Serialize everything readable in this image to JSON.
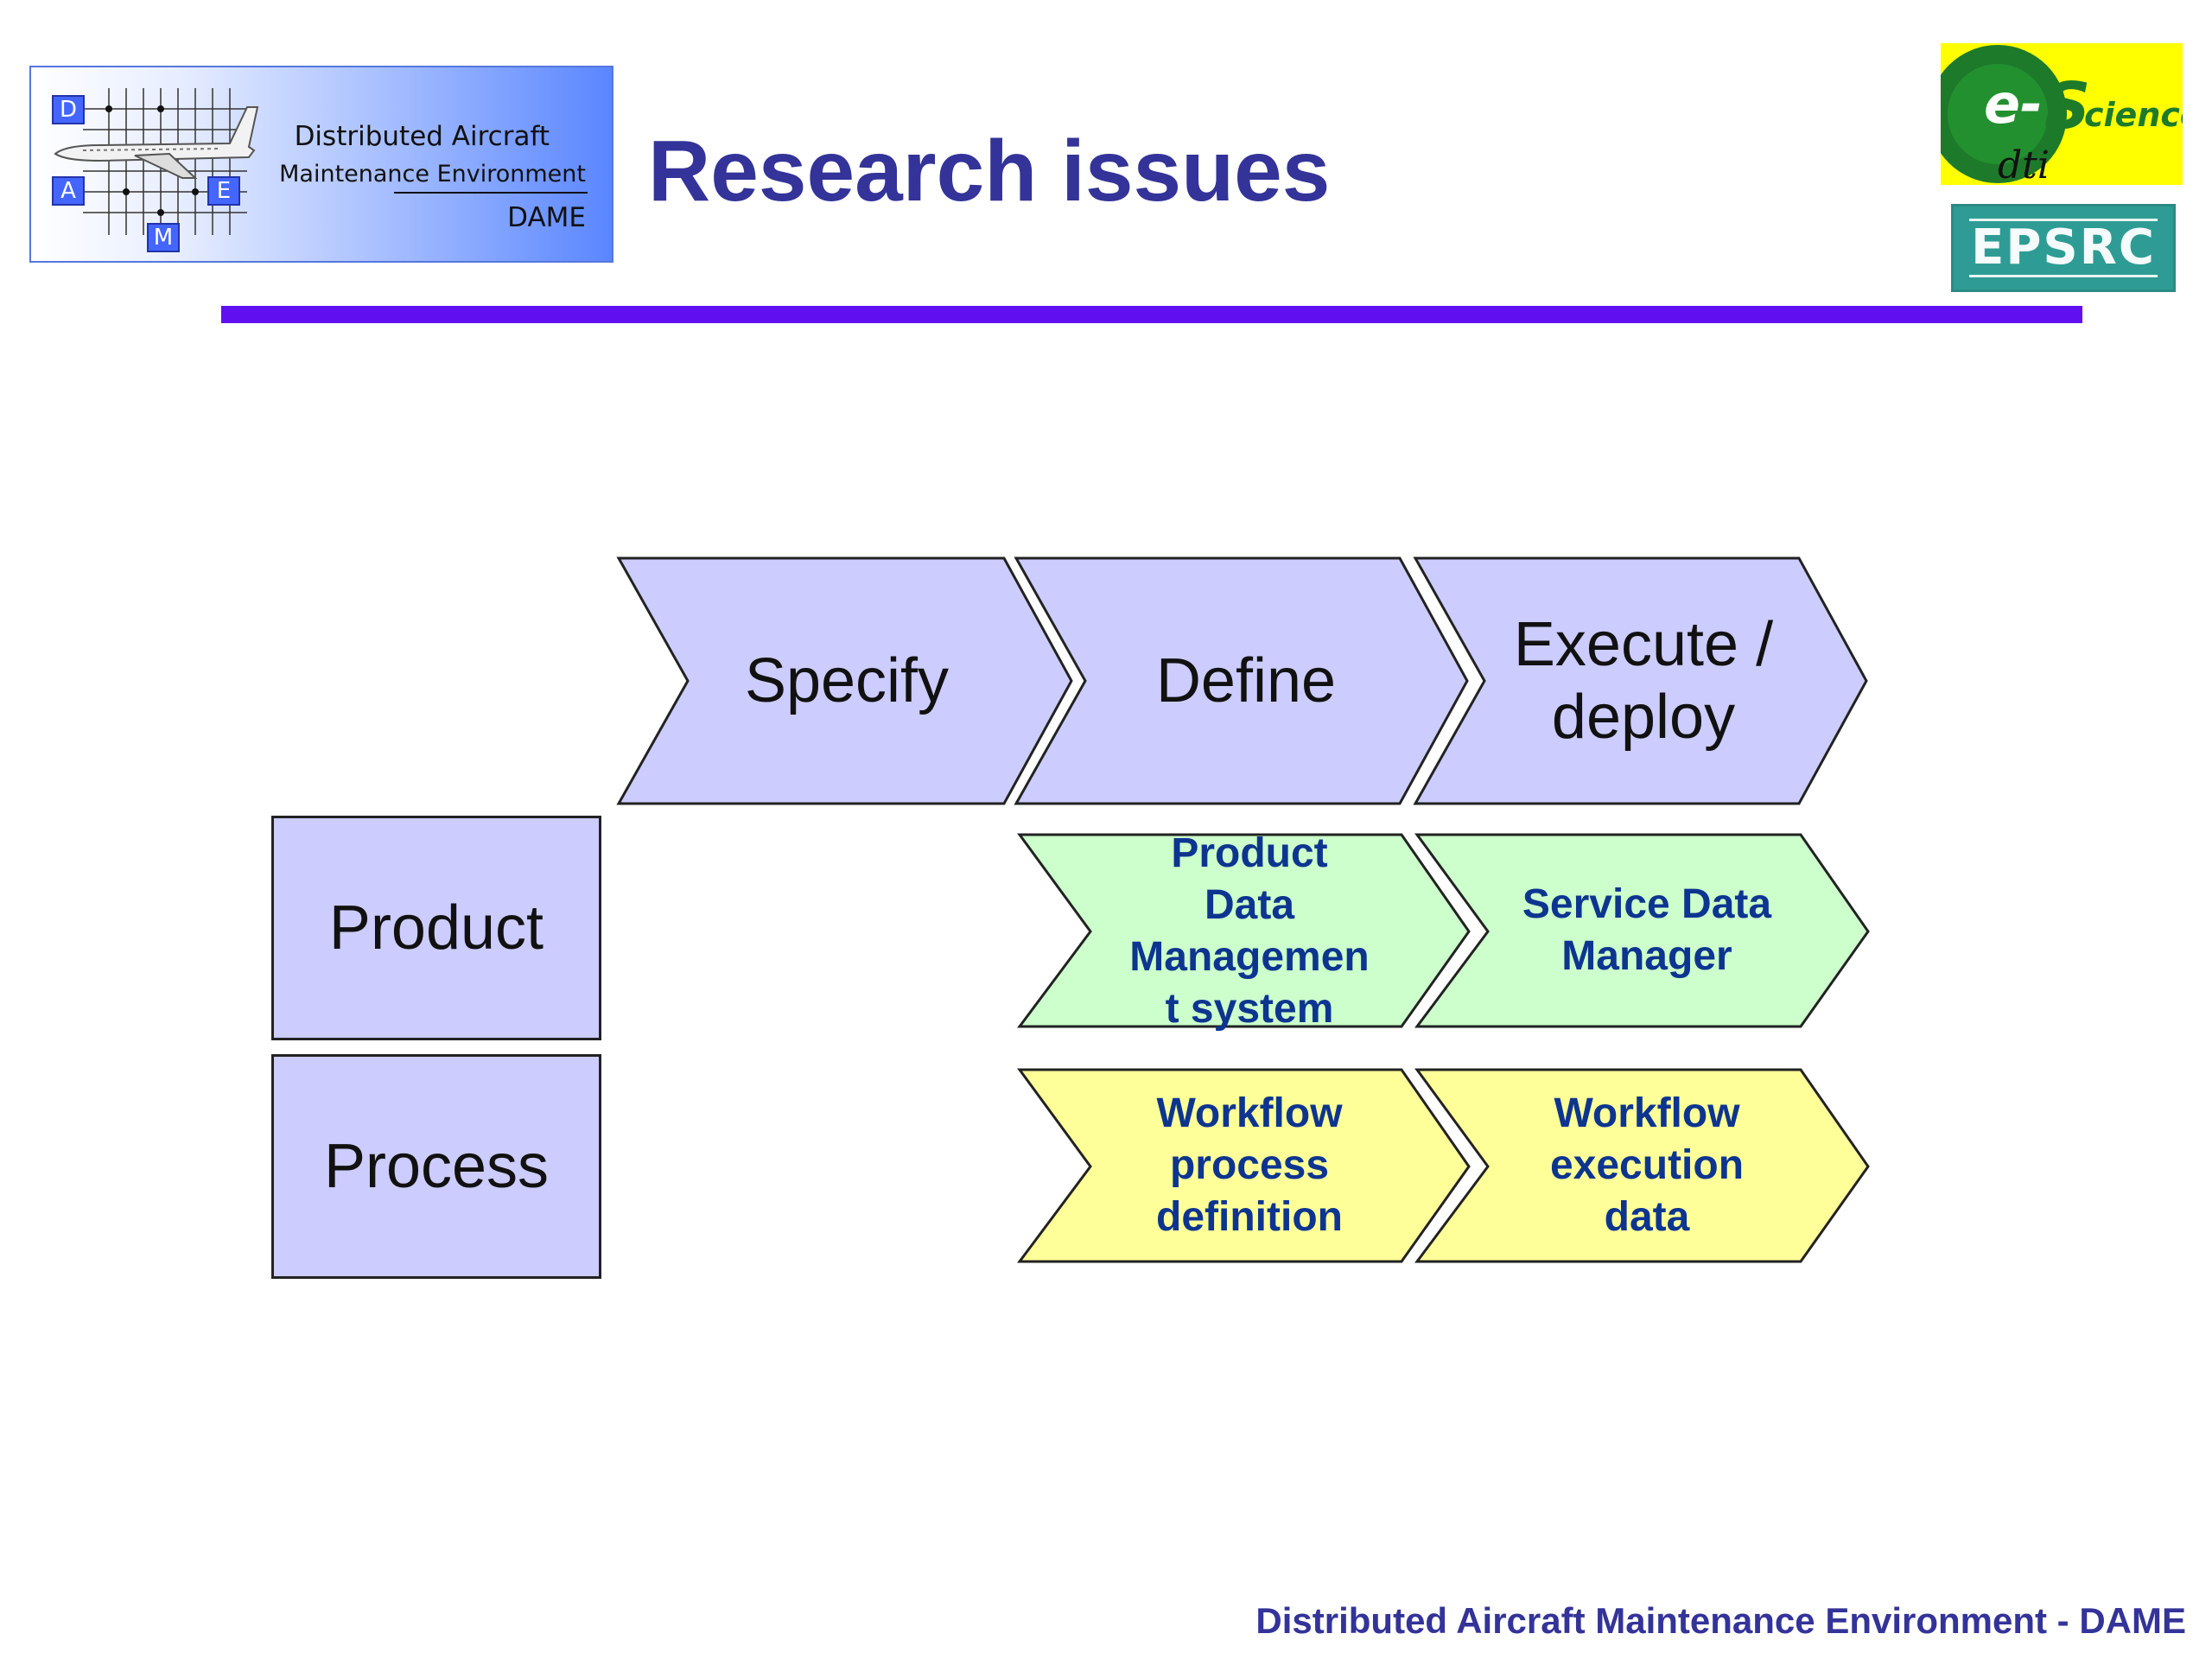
{
  "slide": {
    "title": "Research issues",
    "footer": "Distributed Aircraft Maintenance Environment - DAME"
  },
  "logos": {
    "dame": {
      "line1": "Distributed Aircraft",
      "line2": "Maintenance Environment",
      "line3": "DAME",
      "letters": [
        "D",
        "A",
        "E",
        "M"
      ]
    },
    "escience": {
      "main": "e-Science",
      "sub": "dti"
    },
    "epsrc": {
      "text": "EPSRC"
    }
  },
  "diagram": {
    "phases": [
      "Specify",
      "Define",
      "Execute /\ndeploy"
    ],
    "rows": [
      {
        "label": "Product",
        "cells": [
          "Product\nData\nManagemen\nt system",
          "Service Data\nManager"
        ]
      },
      {
        "label": "Process",
        "cells": [
          "Workflow\nprocess\ndefinition",
          "Workflow\nexecution\ndata"
        ]
      }
    ],
    "colors": {
      "phase_fill": "#ccccff",
      "product_fill": "#ccffcc",
      "process_fill": "#ffff99",
      "detail_text": "#0d3590",
      "title": "#333399",
      "rule": "#6010f0"
    }
  }
}
